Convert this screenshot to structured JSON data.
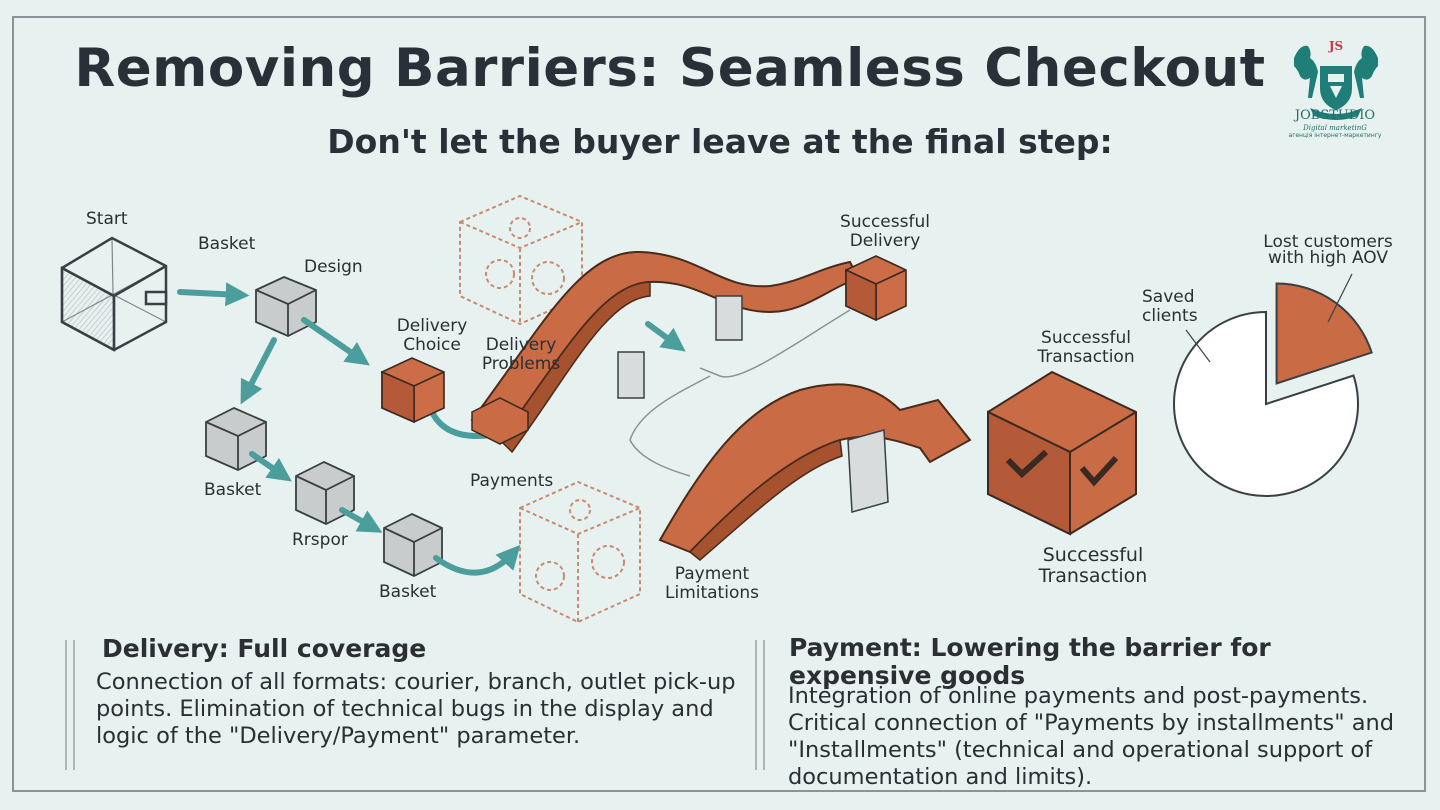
{
  "slide": {
    "title": "Removing Barriers: Seamless Checkout",
    "subtitle": "Don't let the buyer leave at the final step:"
  },
  "logo": {
    "name": "JOBSTUDIO",
    "tagline": "Digital marketinG",
    "tagline_ua": "агенція інтернет-маркетингу",
    "monogram": "JS"
  },
  "diagram": {
    "labels": {
      "start": "Start",
      "basket_top": "Basket",
      "design": "Design",
      "delivery_choice": "Delivery Choice",
      "delivery_problems": "Delivery Problems",
      "successful_delivery": "Successful Delivery",
      "basket_mid": "Basket",
      "rrspor": "Rrspor",
      "basket_bottom": "Basket",
      "payments": "Payments",
      "payment_limitations": "Payment Limitations",
      "successful_transaction_top": "Successful Transaction",
      "successful_transaction_bottom": "Successful Transaction",
      "saved_clients": "Saved clients",
      "lost_customers": "Lost customers with high AOV"
    }
  },
  "pie_chart": {
    "type": "pie",
    "slices": [
      {
        "label": "Saved clients",
        "share": 0.8
      },
      {
        "label": "Lost customers with high AOV",
        "share": 0.2
      }
    ]
  },
  "sections": {
    "delivery": {
      "heading": "Delivery: Full coverage",
      "body": "Connection of all formats: courier, branch, outlet pick-up points. Elimination of technical bugs in the display and logic of the \"Delivery/Payment\" parameter."
    },
    "payment": {
      "heading": "Payment: Lowering the barrier for expensive goods",
      "body": "Integration of online payments and post-payments. Critical connection of \"Payments by installments\" and \"Installments\" (technical and operational support of documentation and limits)."
    }
  },
  "colors": {
    "background": "#e7f1f0",
    "teal_arrow": "#4b9e9c",
    "bridge": "#c96b45",
    "cube_orange": "#c86a43",
    "text": "#2b2f33"
  }
}
